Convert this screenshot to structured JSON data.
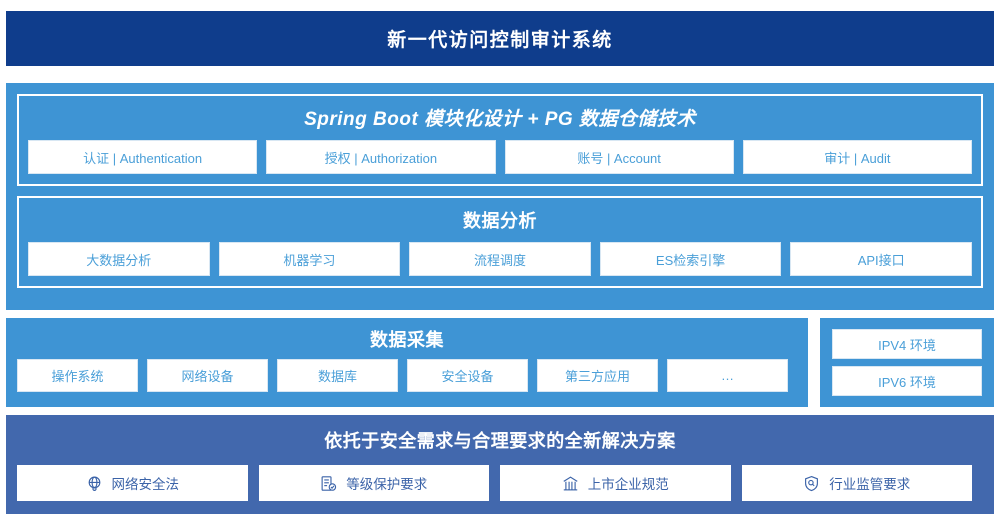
{
  "header": {
    "title": "新一代访问控制审计系统"
  },
  "sections": {
    "platform": {
      "title": "Spring Boot 模块化设计 + PG 数据仓储技术",
      "items": [
        {
          "label": "认证 | Authentication"
        },
        {
          "label": "授权 | Authorization"
        },
        {
          "label": "账号 | Account"
        },
        {
          "label": "审计 | Audit"
        }
      ]
    },
    "analysis": {
      "title": "数据分析",
      "items": [
        {
          "label": "大数据分析"
        },
        {
          "label": "机器学习"
        },
        {
          "label": "流程调度"
        },
        {
          "label": "ES检索引擎"
        },
        {
          "label": "API接口"
        }
      ]
    },
    "collection": {
      "title": "数据采集",
      "items": [
        {
          "label": "操作系统"
        },
        {
          "label": "网络设备"
        },
        {
          "label": "数据库"
        },
        {
          "label": "安全设备"
        },
        {
          "label": "第三方应用"
        },
        {
          "label": "…"
        }
      ]
    },
    "environment": {
      "items": [
        {
          "label": "IPV4 环境"
        },
        {
          "label": "IPV6 环境"
        }
      ]
    },
    "solution": {
      "title": "依托于安全需求与合理要求的全新解决方案",
      "items": [
        {
          "label": "网络安全法",
          "icon": "globe-icon"
        },
        {
          "label": "等级保护要求",
          "icon": "document-check-icon"
        },
        {
          "label": "上市企业规范",
          "icon": "bank-icon"
        },
        {
          "label": "行业监管要求",
          "icon": "shield-search-icon"
        }
      ]
    }
  },
  "colors": {
    "header_bg": "#0f3d8c",
    "panel_blue": "#3e94d4",
    "panel_bottom_blue": "#4268ad",
    "chip_text_blue": "#4a9fd8",
    "chip_text_navy": "#3b63a8",
    "chip_bg": "#ffffff"
  }
}
